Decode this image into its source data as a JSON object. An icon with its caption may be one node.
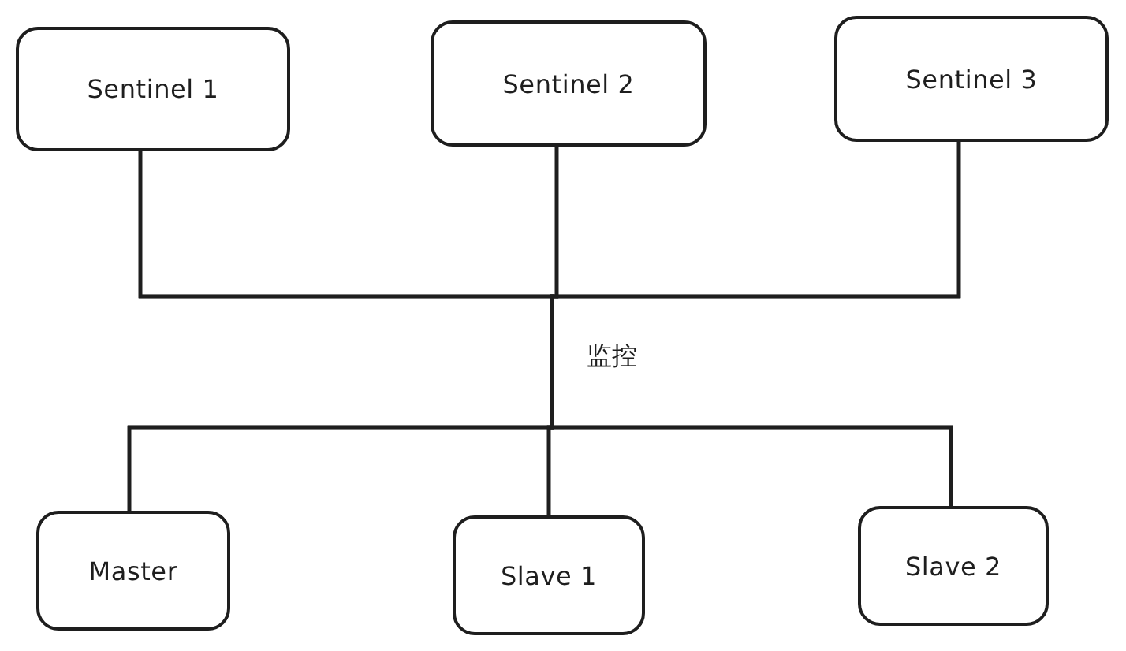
{
  "diagram": {
    "nodes": [
      {
        "text": [
          "Sentinel 1"
        ]
      },
      {
        "text": [
          "Sentinel 2"
        ]
      },
      {
        "text": [
          "Sentinel 3"
        ]
      },
      {
        "text": [
          "Master"
        ]
      },
      {
        "text": [
          "Slave 1"
        ]
      },
      {
        "text": [
          "Slave 2"
        ]
      }
    ],
    "edges": [
      {
        "from": 0,
        "to": 3,
        "arrow": "none"
      },
      {
        "from": 0,
        "to": 4,
        "arrow": "none"
      },
      {
        "from": 0,
        "to": 5,
        "arrow": "none"
      },
      {
        "from": 1,
        "to": 3,
        "arrow": "none"
      },
      {
        "from": 1,
        "to": 4,
        "arrow": "none"
      },
      {
        "from": 1,
        "to": 5,
        "arrow": "none"
      },
      {
        "from": 2,
        "to": 3,
        "arrow": "none"
      },
      {
        "from": 2,
        "to": 4,
        "arrow": "none"
      },
      {
        "from": 2,
        "to": 5,
        "arrow": "none"
      }
    ],
    "labels": [
      "监控"
    ]
  }
}
